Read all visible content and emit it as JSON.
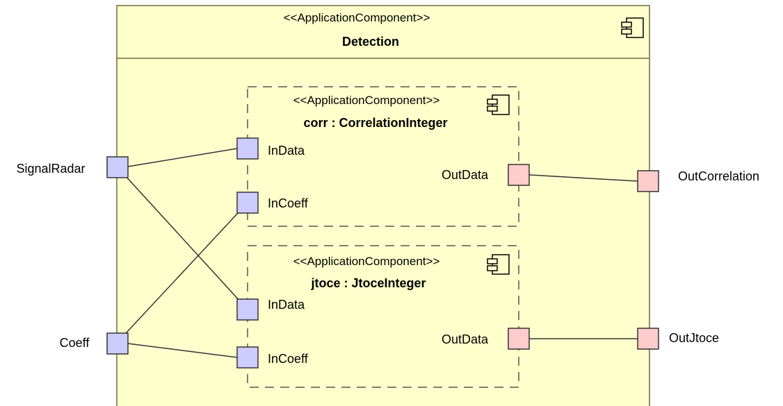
{
  "colors": {
    "component_fill": "#ffffcc",
    "component_stroke": "#6b6b3a",
    "in_port_fill": "#ccccff",
    "out_port_fill": "#ffcccc",
    "line": "#333333"
  },
  "outer_component": {
    "stereotype": "<<ApplicationComponent>>",
    "name": "Detection",
    "icon": "component-icon"
  },
  "parts": [
    {
      "stereotype": "<<ApplicationComponent>>",
      "name": "corr : CorrelationInteger",
      "icon": "component-icon",
      "ports": {
        "in_data": "InData",
        "in_coeff": "InCoeff",
        "out_data": "OutData"
      }
    },
    {
      "stereotype": "<<ApplicationComponent>>",
      "name": "jtoce : JtoceInteger",
      "icon": "component-icon",
      "ports": {
        "in_data": "InData",
        "in_coeff": "InCoeff",
        "out_data": "OutData"
      }
    }
  ],
  "external_ports": {
    "signal_radar": "SignalRadar",
    "coeff": "Coeff",
    "out_correlation": "OutCorrelation",
    "out_jtoce": "OutJtoce"
  }
}
